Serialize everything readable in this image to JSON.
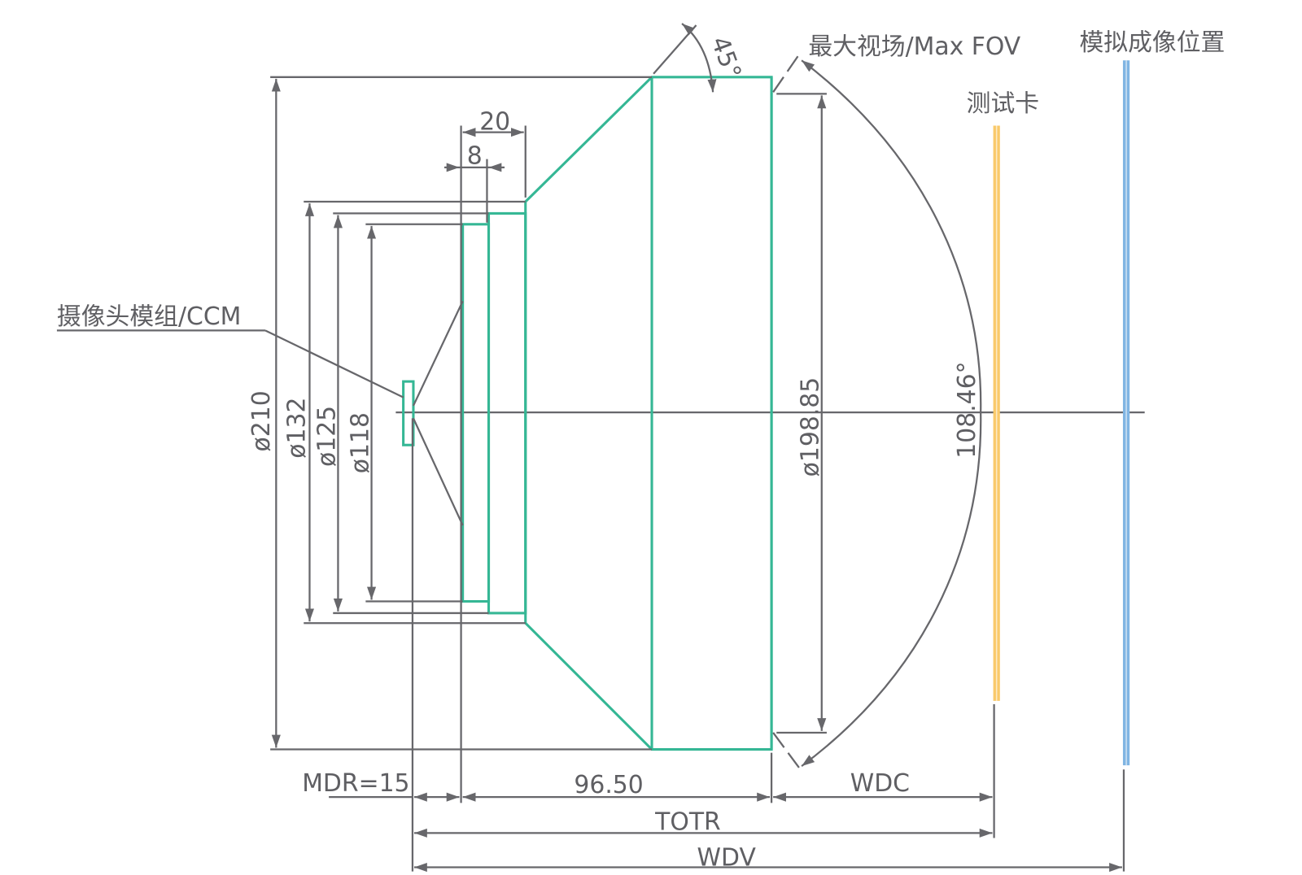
{
  "labels": {
    "ccm": "摄像头模组/CCM",
    "max_fov": "最大视场/Max FOV",
    "test_card": "测试卡",
    "sim_image_pos": "模拟成像位置"
  },
  "dimensions": {
    "d210": "ø210",
    "d132": "ø132",
    "d125": "ø125",
    "d118": "ø118",
    "d198": "ø198.85",
    "fov_angle": "108.46°",
    "chamfer_angle": "45°",
    "len20": "20",
    "len8": "8",
    "mdr": "MDR=15",
    "len96": "96.50",
    "wdc": "WDC",
    "totr": "TOTR",
    "wdv": "WDV"
  },
  "colors": {
    "lens": "#35b795",
    "test_card": "#f9c96a",
    "sim_image": "#80b5e3",
    "lines": "#67676b"
  }
}
